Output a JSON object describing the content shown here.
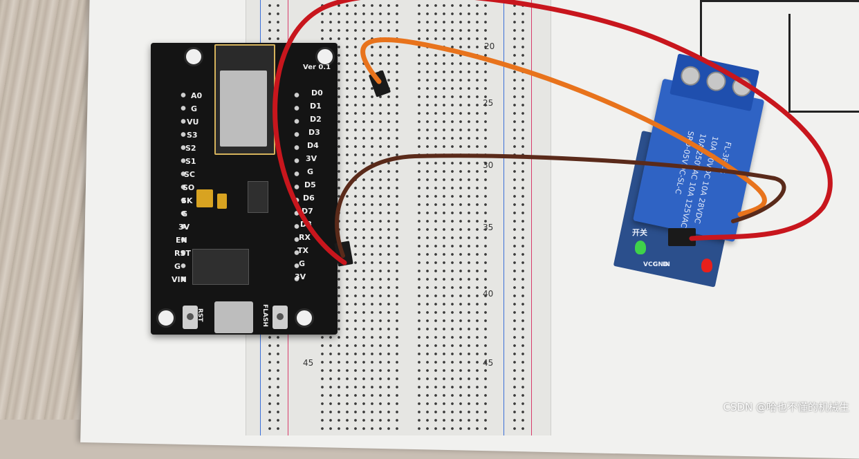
{
  "scene": {
    "board_version": "Ver 0.1",
    "left_pins": [
      "A0",
      "G",
      "VU",
      "S3",
      "S2",
      "S1",
      "SC",
      "SO",
      "SK",
      "G",
      "3V",
      "EN",
      "RST",
      "G",
      "VIN"
    ],
    "right_pins": [
      "D0",
      "D1",
      "D2",
      "D3",
      "D4",
      "3V",
      "G",
      "D5",
      "D6",
      "D7",
      "D8",
      "RX",
      "TX",
      "G",
      "3V"
    ],
    "button_rst": "RST",
    "button_flash": "FLASH",
    "breadboard_row_labels": [
      "20",
      "25",
      "30",
      "35",
      "40",
      "45"
    ],
    "breadboard_row_labels_right": [
      "40",
      "45"
    ],
    "relay_text": [
      "SRD-05VDC-SL-C",
      "10A 250VAC 10A 125VAC",
      "10A 30VDC 10A 28VDC",
      "FL-3FF-S"
    ],
    "relay_label": "开关",
    "relay_pins": [
      "IN",
      "GND",
      "VCC"
    ],
    "watermark": "CSDN @哈也不懂的机械生"
  },
  "colors": {
    "wire_red": "#c8161d",
    "wire_orange": "#e8731c",
    "wire_brown": "#5a2a1a",
    "board_black": "#141414",
    "relay_blue": "#2f63c4"
  }
}
